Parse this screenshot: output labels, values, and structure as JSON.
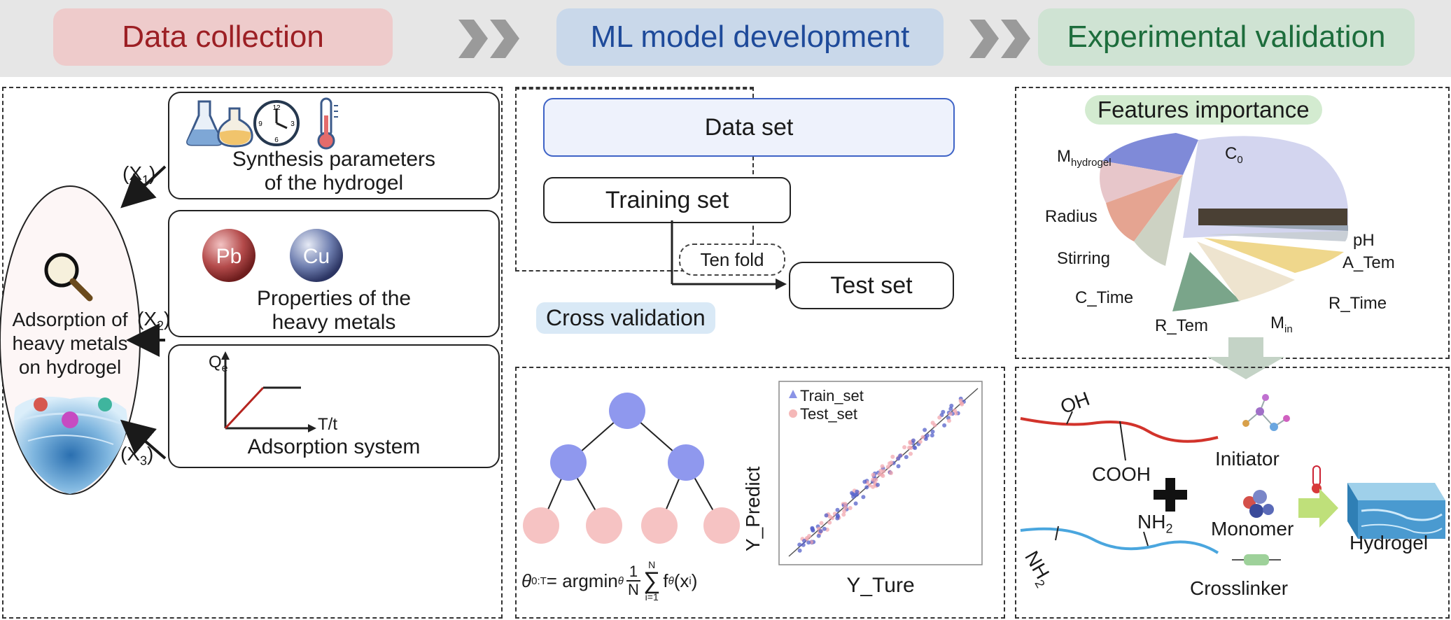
{
  "banner": {
    "step1": "Data collection",
    "step2": "ML model development",
    "step3": "Experimental validation",
    "colors": {
      "step1": "#9c1f24",
      "step2": "#1e4a9a",
      "step3": "#1d6d3c"
    }
  },
  "left": {
    "center_label": [
      "Adsorption of",
      "heavy metals",
      "on hydrogel"
    ],
    "arrows": {
      "x1": "(X",
      "x1_sub": "1",
      "x2": "(X",
      "x2_sub": "2",
      "x3": "(X",
      "x3_sub": "3",
      "close": ")"
    },
    "synthesis": [
      "Synthesis parameters",
      "of the hydrogel"
    ],
    "metals": {
      "pb": "Pb",
      "cu": "Cu"
    },
    "properties": [
      "Properties of the",
      "heavy metals"
    ],
    "adsorption": {
      "caption": "Adsorption system",
      "y_axis": "Q",
      "y_axis_sub": "e",
      "x_axis": "T/t"
    },
    "clock_numbers": [
      "12",
      "3",
      "6",
      "9"
    ]
  },
  "middle": {
    "data_set": "Data set",
    "training_set": "Training set",
    "ten_fold": "Ten fold",
    "test_set": "Test set",
    "cross_validation": "Cross validation",
    "formula": {
      "lhs": "θ",
      "lhs_sub": "0:T",
      "eq": " = argmin",
      "argmin_sub": "θ",
      "frac_num": "1",
      "frac_den": "N",
      "sum_top": "N",
      "sum_bot": "i=1",
      "f": "f",
      "f_sub": "θ",
      "arg": "(x",
      "arg_sub": "i",
      "arg_close": ")"
    },
    "scatter": {
      "legend_train": "Train_set",
      "legend_test": "Test_set",
      "ylabel": "Y_Predict",
      "xlabel": "Y_Ture"
    }
  },
  "right": {
    "features_title": "Features importance",
    "pie_labels": {
      "c0": "C",
      "c0_sub": "0",
      "mhydrogel": "M",
      "mhydrogel_sub": "hydrogel",
      "radius": "Radius",
      "ph": "pH",
      "stirring": "Stirring",
      "a_tem": "A_Tem",
      "c_time": "C_Time",
      "r_time": "R_Time",
      "r_tem": "R_Tem",
      "min": "M",
      "min_sub": "in"
    },
    "chem": {
      "oh": "OH",
      "cooh": "COOH",
      "nh2_a": "NH",
      "nh2_a_sub": "2",
      "nh2_b": "NH",
      "nh2_b_sub": "2",
      "initiator": "Initiator",
      "monomer": "Monomer",
      "crosslinker": "Crosslinker",
      "hydrogel": "Hydrogel"
    }
  }
}
